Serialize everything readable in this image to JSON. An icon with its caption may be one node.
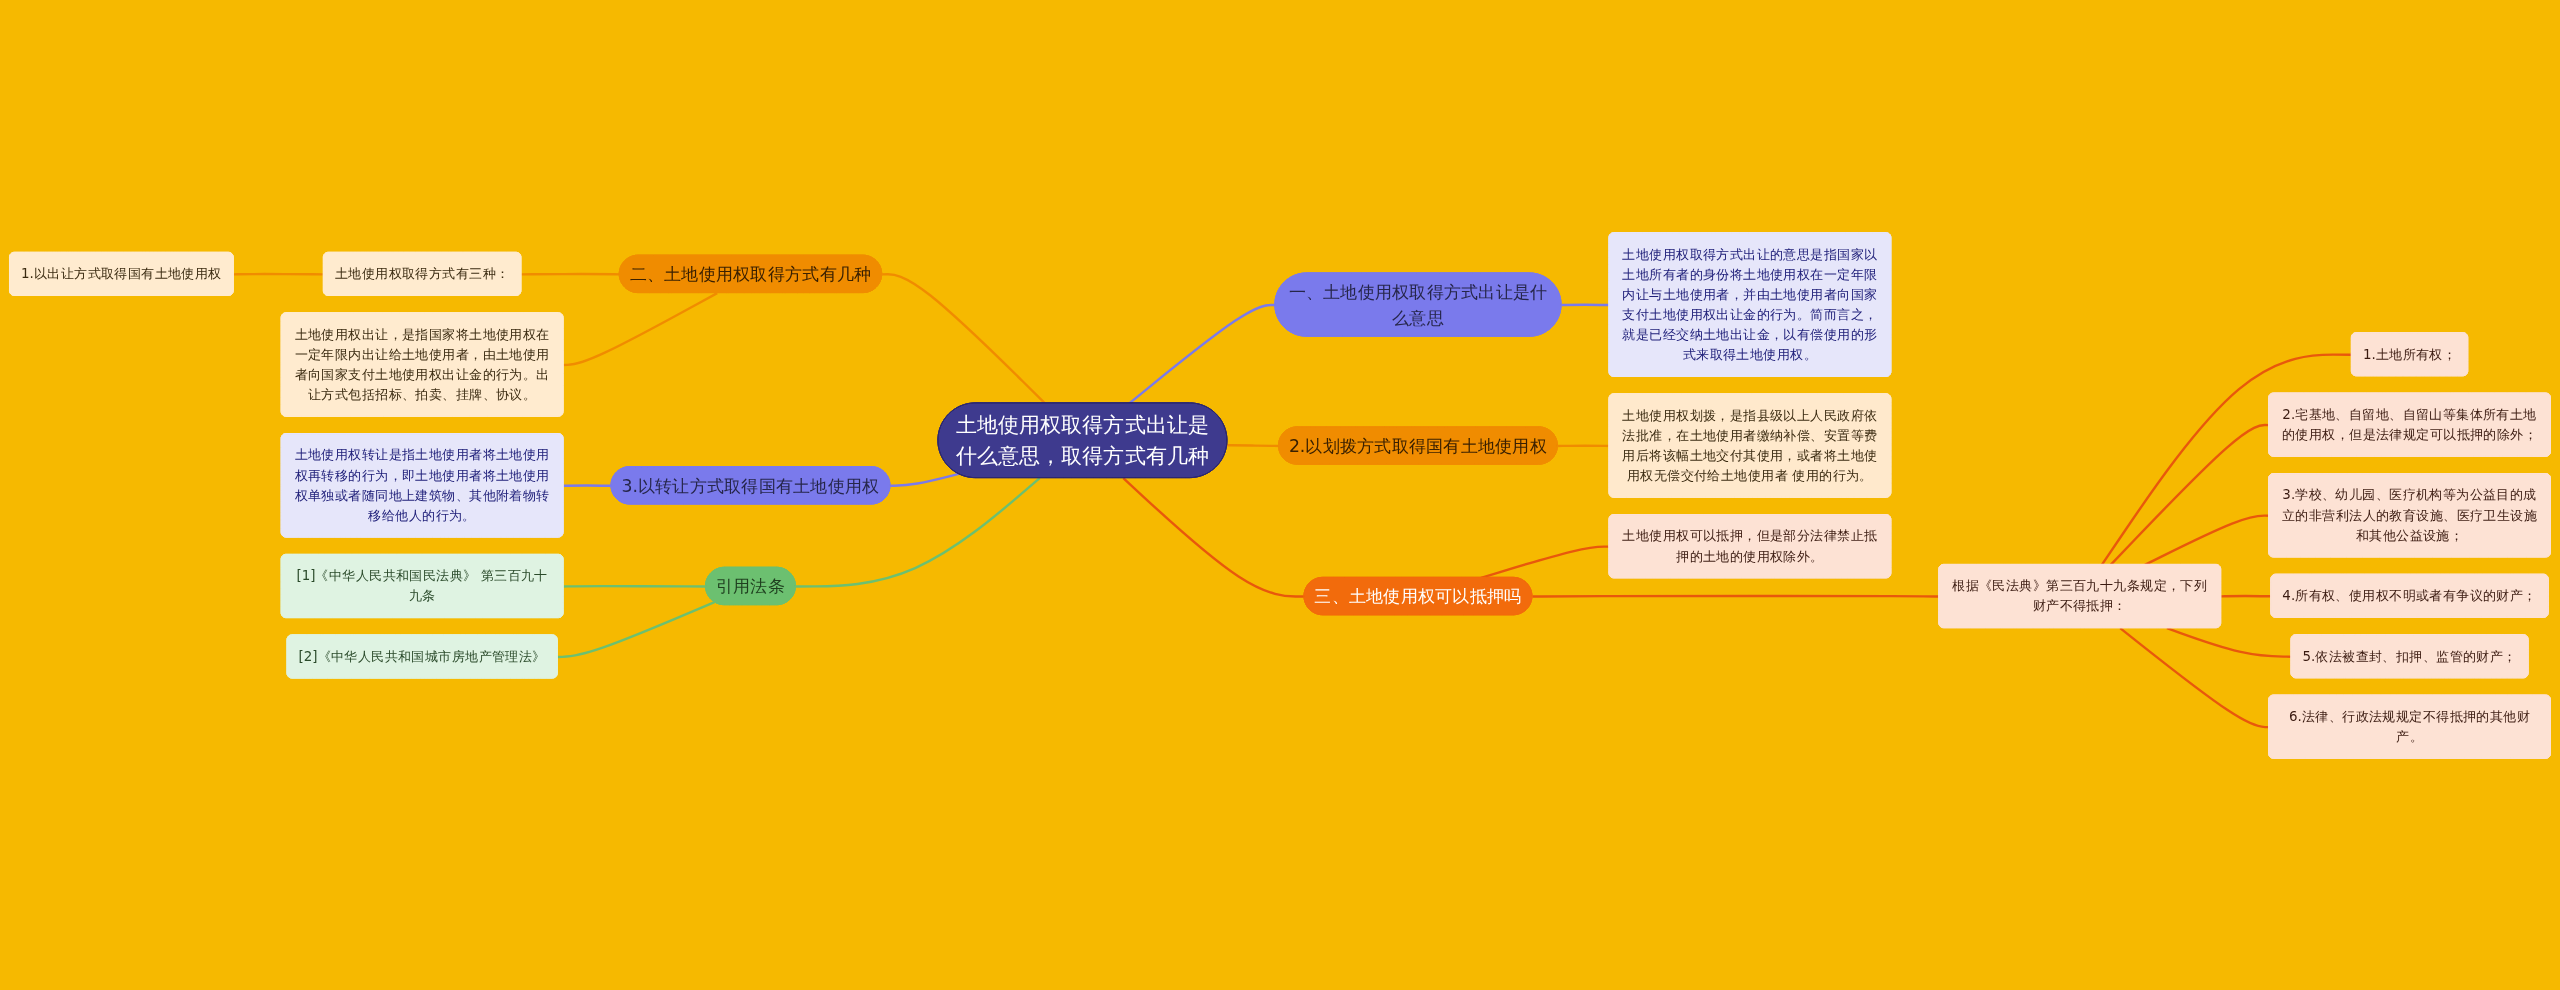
{
  "diagram": {
    "nodes": [
      {
        "text": [
          "土地使用权取得方式出让是什么意思，取得方式有几种"
        ]
      },
      {
        "text": [
          "一、土地使用权取得方式出让是什么意思"
        ]
      },
      {
        "text": [
          "土地使用权取得方式出让的意思是指国家以土地所有者的身份将土地使用权在一定年限内让与土地使用者，并由土地使用者向国家支付土地使用权出让金的行为。简而言之，就是已经交纳土地出让金，以有偿使用的形式来取得土地使用权。"
        ]
      },
      {
        "text": [
          "2.以划拨方式取得国有土地使用权"
        ]
      },
      {
        "text": [
          "土地使用权划拨，是指县级以上人民政府依法批准，在土地使用者缴纳补偿、安置等费用后将该幅土地交付其使用，或者将土地使用权无偿交付给土地使用者 使用的行为。"
        ]
      },
      {
        "text": [
          "三、土地使用权可以抵押吗"
        ]
      },
      {
        "text": [
          "土地使用权可以抵押，但是部分法律禁止抵押的土地的使用权除外。"
        ]
      },
      {
        "text": [
          "根据《民法典》第三百九十九条规定，下列财产不得抵押："
        ]
      },
      {
        "text": [
          "1.土地所有权；"
        ]
      },
      {
        "text": [
          "2.宅基地、自留地、自留山等集体所有土地的使用权，但是法律规定可以抵押的除外；"
        ]
      },
      {
        "text": [
          "3.学校、幼儿园、医疗机构等为公益目的成立的非营利法人的教育设施、医疗卫生设施和其他公益设施；"
        ]
      },
      {
        "text": [
          "4.所有权、使用权不明或者有争议的财产；"
        ]
      },
      {
        "text": [
          "5.依法被查封、扣押、监管的财产；"
        ]
      },
      {
        "text": [
          "6.法律、行政法规规定不得抵押的其他财产。"
        ]
      },
      {
        "text": [
          "二、土地使用权取得方式有几种"
        ]
      },
      {
        "text": [
          "土地使用权取得方式有三种："
        ]
      },
      {
        "text": [
          "1.以出让方式取得国有土地使用权"
        ]
      },
      {
        "text": [
          "土地使用权出让，是指国家将土地使用权在一定年限内出让给土地使用者，由土地使用者向国家支付土地使用权出让金的行为。出让方式包括招标、拍卖、挂牌、协议。"
        ]
      },
      {
        "text": [
          "3.以转让方式取得国有土地使用权"
        ]
      },
      {
        "text": [
          "土地使用权转让是指土地使用者将土地使用权再转移的行为，即土地使用者将土地使用权单独或者随同地上建筑物、其他附着物转移给他人的行为。"
        ]
      },
      {
        "text": [
          "引用法条"
        ]
      },
      {
        "text": [
          "[1]《中华人民共和国民法典》 第三百九十九条"
        ]
      },
      {
        "text": [
          "[2]《中华人民共和国城市房地产管理法》"
        ]
      }
    ],
    "edges": [
      {
        "from": 0,
        "to": 1,
        "arrow": "none",
        "color": "#7a7aec"
      },
      {
        "from": 1,
        "to": 2,
        "arrow": "none",
        "color": "#7a7aec"
      },
      {
        "from": 0,
        "to": 3,
        "arrow": "none",
        "color": "#f08c00"
      },
      {
        "from": 3,
        "to": 4,
        "arrow": "none",
        "color": "#f08c00"
      },
      {
        "from": 0,
        "to": 5,
        "arrow": "none"
      },
      {
        "from": 5,
        "to": 6,
        "arrow": "none"
      },
      {
        "from": 5,
        "to": 7,
        "arrow": "none"
      },
      {
        "from": 7,
        "to": 8,
        "arrow": "none"
      },
      {
        "from": 7,
        "to": 9,
        "arrow": "none"
      },
      {
        "from": 7,
        "to": 10,
        "arrow": "none"
      },
      {
        "from": 7,
        "to": 11,
        "arrow": "none"
      },
      {
        "from": 7,
        "to": 12,
        "arrow": "none"
      },
      {
        "from": 7,
        "to": 13,
        "arrow": "none"
      },
      {
        "from": 16,
        "to": 15,
        "arrow": "none",
        "color": "#f08c00"
      },
      {
        "from": 15,
        "to": 14,
        "arrow": "none",
        "color": "#f08c00"
      },
      {
        "from": 17,
        "to": 14,
        "arrow": "none",
        "color": "#f08c00"
      },
      {
        "from": 14,
        "to": 0,
        "arrow": "none",
        "color": "#f08c00"
      },
      {
        "from": 19,
        "to": 18,
        "arrow": "none",
        "color": "#7a7aec"
      },
      {
        "from": 18,
        "to": 0,
        "arrow": "none",
        "color": "#7a7aec"
      },
      {
        "from": 21,
        "to": 20,
        "arrow": "none",
        "color": "#6cc070"
      },
      {
        "from": 22,
        "to": 20,
        "arrow": "none",
        "color": "#6cc070"
      },
      {
        "from": 20,
        "to": 0,
        "arrow": "none",
        "color": "#6cc070"
      }
    ]
  }
}
